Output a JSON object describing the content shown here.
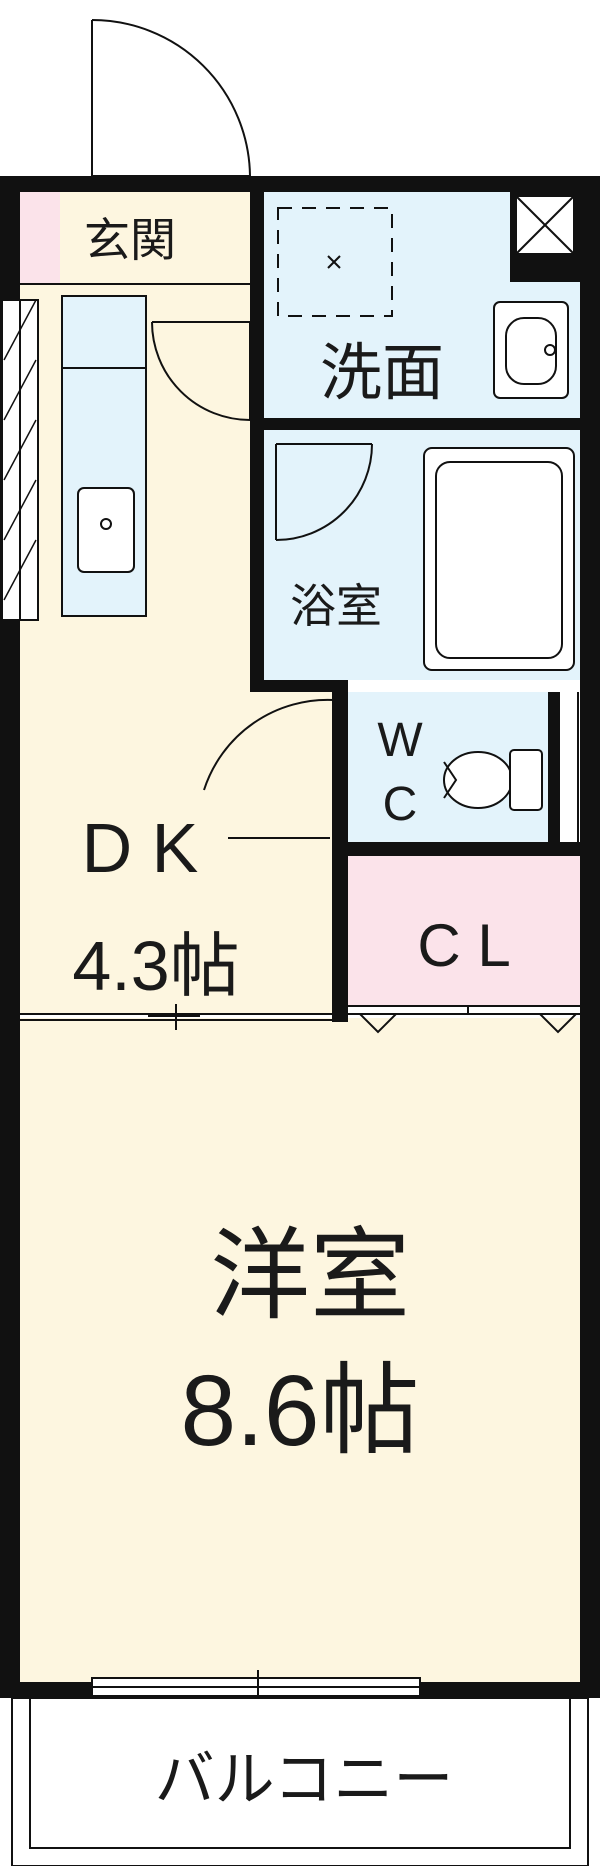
{
  "rooms": {
    "entrance": "玄関",
    "washroom": "洗面",
    "bathroom": "浴室",
    "toilet_line1": "W",
    "toilet_line2": "C",
    "dk_name": "D K",
    "dk_size": "4.3帖",
    "closet": "C L",
    "western_name": "洋室",
    "western_size": "8.6帖",
    "balcony": "バルコニー"
  },
  "colors": {
    "wall": "#111111",
    "wet_area": "#e3f3fb",
    "floor": "#fdf6e0",
    "closet": "#fbe3ea",
    "balcony": "#ffffff"
  }
}
